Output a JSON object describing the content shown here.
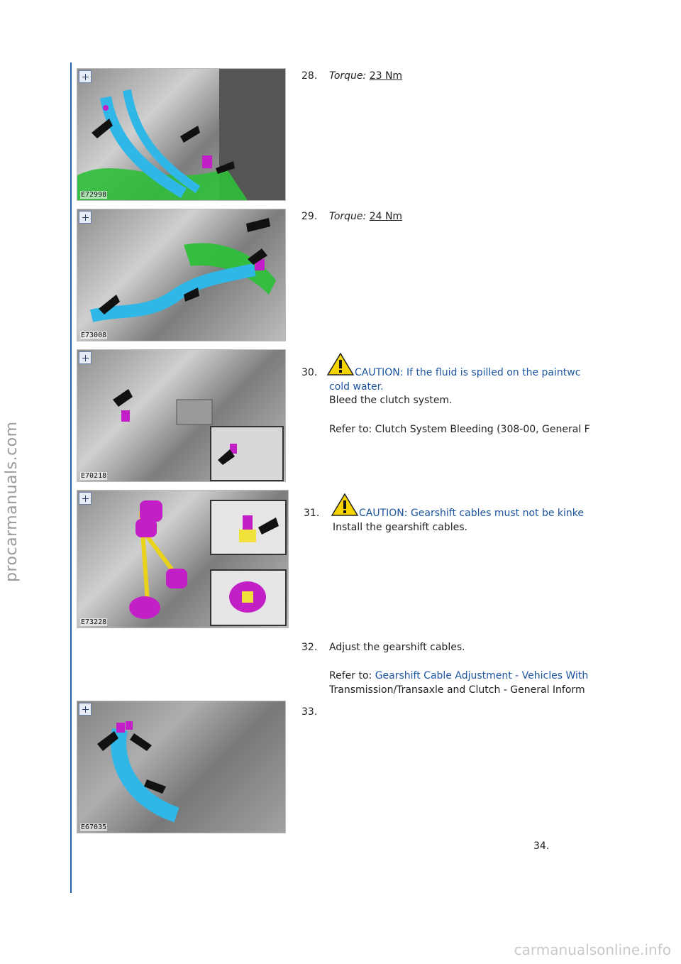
{
  "watermark": "procarmanuals.com",
  "footer_watermark": "carmanualsonline.info",
  "steps": [
    {
      "number": "28.",
      "torque_label": "Torque:",
      "torque_value": "23 Nm",
      "figure_id": "E72998"
    },
    {
      "number": "29.",
      "torque_label": "Torque:",
      "torque_value": "24 Nm",
      "figure_id": "E73008"
    },
    {
      "number": "30.",
      "caution_line1": "CAUTION: If the fluid is spilled on the paintwc",
      "caution_line2": "cold water.",
      "instruction": "Bleed the clutch system.",
      "reference": "Refer to: Clutch System Bleeding (308-00, General F",
      "figure_id": "E70218"
    },
    {
      "number": "31.",
      "caution_line1": "CAUTION: Gearshift cables must not be kinke",
      "instruction": "Install the gearshift cables.",
      "figure_id": "E73228"
    },
    {
      "number": "32.",
      "instruction": "Adjust the gearshift cables.",
      "reference_prefix": "Refer to:",
      "reference_link": "Gearshift Cable Adjustment - Vehicles With",
      "reference_line2": "Transmission/Transaxle and Clutch - General Inform"
    },
    {
      "number": "33.",
      "figure_id": "E67035"
    },
    {
      "number": "34."
    }
  ],
  "colors": {
    "rule": "#2b5fa8",
    "link": "#1c55a0",
    "hose_blue": "#2fb7e8",
    "hose_green": "#2fbf3a",
    "part_magenta": "#c21fc7",
    "cable_yellow": "#e8d21a"
  }
}
